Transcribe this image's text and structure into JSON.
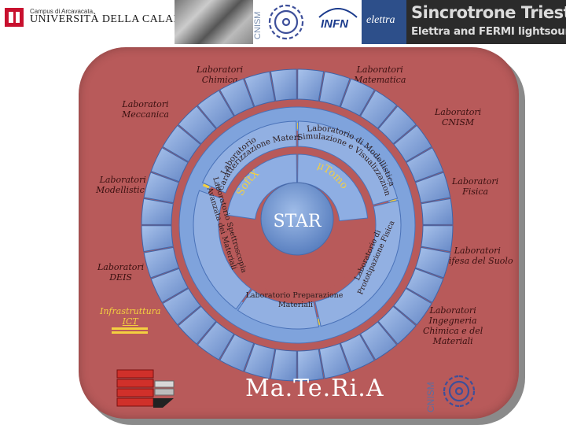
{
  "header": {
    "unical_campus": "Campus di Arcavacata",
    "unical_name": "UNIVERSITÀ DELLA CALABRIA",
    "cnism_vertical": "CNISM",
    "infn": "INFN",
    "elettra": "elettra",
    "sincrotrone_title": "Sincrotrone Trieste",
    "sincrotrone_subtitle": "Elettra and FERMI lightsources"
  },
  "labs": {
    "chimica": [
      "Laboratori",
      "Chimica"
    ],
    "matematica": [
      "Laboratori",
      "Matematica"
    ],
    "meccanica": [
      "Laboratori",
      "Meccanica"
    ],
    "cnism": [
      "Laboratori",
      "CNISM"
    ],
    "modellistica": [
      "Laboratori",
      "Modellistica"
    ],
    "fisica": [
      "Laboratori",
      "Fisica"
    ],
    "deis": [
      "Laboratori",
      "DEIS"
    ],
    "difesa": [
      "Laboratori",
      "Difesa del Suolo"
    ],
    "infrastruttura": [
      "Infrastruttura",
      "ICT"
    ],
    "ingegneria": [
      "Laboratori",
      "Ingegneria",
      "Chimica e del",
      "Materiali"
    ]
  },
  "center": "STAR",
  "inner_labels": {
    "softx": "SoftX",
    "mutomo": "μTomo"
  },
  "middle_labels": {
    "caratterizzazione": [
      "Laboratorio",
      "Caratterizzazione Materiali"
    ],
    "modellistica": [
      "Laboratorio di Modellistica",
      "Simulazione e Visualizzazione"
    ],
    "spettroscopia": [
      "Laboratorio Spettroscopia",
      "Avanzata dei Materiali"
    ],
    "preparazione": [
      "Laboratorio Preparazione",
      "Materiali"
    ],
    "prototipazione": [
      "Laboratorio di",
      "Prototipazione Fisica"
    ]
  },
  "brand": "Ma.Te.Ri.A",
  "bottom_logo": "CNISM",
  "colors": {
    "panel": "#b85a5a",
    "ring_blue": "#7fa3dc",
    "ring_dark": "#4a72b8",
    "gold": "#f4d040",
    "center_blue": "#6f93cc"
  }
}
